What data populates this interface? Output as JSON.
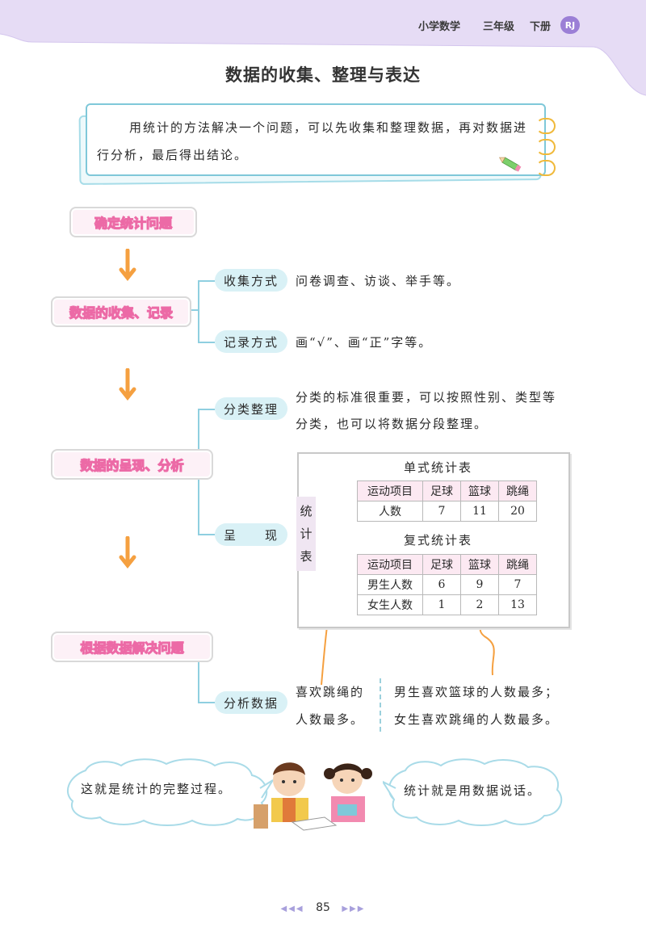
{
  "header": {
    "subject": "小学数学",
    "grade": "三年级",
    "term": "下册",
    "badge": "RJ"
  },
  "title": "数据的收集、整理与表达",
  "intro": "用统计的方法解决一个问题，可以先收集和整理数据，再对数据进行分析，最后得出结论。",
  "steps": [
    {
      "label": "确定统计问题"
    },
    {
      "label": "数据的收集、记录"
    },
    {
      "label": "数据的呈现、分析"
    },
    {
      "label": "根据数据解决问题"
    }
  ],
  "branches": {
    "collect_method": {
      "label": "收集方式",
      "text": "问卷调查、访谈、举手等。"
    },
    "record_method": {
      "label": "记录方式",
      "text": "画“√”、画“正”字等。"
    },
    "classify": {
      "label": "分类整理",
      "line1": "分类的标准很重要，可以按照性别、类型等",
      "line2": "分类，也可以将数据分段整理。"
    },
    "present": {
      "label": "呈　　现"
    },
    "analyze": {
      "label": "分析数据"
    }
  },
  "stats_tag": [
    "统",
    "计",
    "表"
  ],
  "single_table": {
    "title": "单式统计表",
    "header": [
      "运动项目",
      "足球",
      "篮球",
      "跳绳"
    ],
    "rows": [
      [
        "人数",
        "7",
        "11",
        "20"
      ]
    ]
  },
  "compound_table": {
    "title": "复式统计表",
    "header": [
      "运动项目",
      "足球",
      "篮球",
      "跳绳"
    ],
    "rows": [
      [
        "男生人数",
        "6",
        "9",
        "7"
      ],
      [
        "女生人数",
        "1",
        "2",
        "13"
      ]
    ]
  },
  "analysis": {
    "left_line1": "喜欢跳绳的",
    "left_line2": "人数最多。",
    "right_line1": "男生喜欢篮球的人数最多；",
    "right_line2": "女生喜欢跳绳的人数最多。"
  },
  "bubbles": {
    "left": "这就是统计的完整过程。",
    "right": "统计就是用数据说话。"
  },
  "page_number": "85",
  "icons": [
    "pencil-icon",
    "down-arrow-icon",
    "boy-illustration",
    "girl-illustration",
    "page-arrows-icon"
  ],
  "colors": {
    "accent_pink": "#ec6aa6",
    "teal_label": "#d9f1f6",
    "header_purple": "#e6dcf5",
    "arrow_orange": "#f5a040",
    "highlight_yellow": "#f8d86a"
  }
}
